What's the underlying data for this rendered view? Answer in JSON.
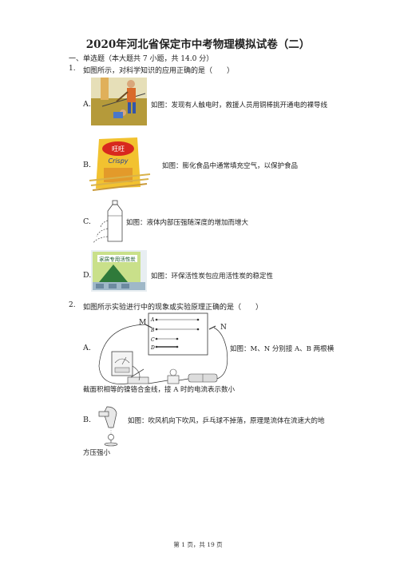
{
  "title": "2020年河北省保定市中考物理模拟试卷（二）",
  "section": "一、单选题（本大题共 7 小题，共 14.0 分）",
  "questions": [
    {
      "number": "1.",
      "text": "如图所示，对科学知识的应用正确的是（　　）",
      "options": [
        {
          "letter": "A.",
          "caption": "如图：发现有人触电时，救援人员用铜棒挑开通电的裸导线"
        },
        {
          "letter": "B.",
          "caption": "如图：膨化食品中通常填充空气，以保护食品"
        },
        {
          "letter": "C.",
          "caption": "如图：液体内部压强随深度的增加而增大"
        },
        {
          "letter": "D.",
          "caption": "如图：环保活性炭包应用活性炭的稳定性"
        }
      ]
    },
    {
      "number": "2.",
      "text": "如图所示实验进行中的现象或实验原理正确的是（　　）",
      "options": [
        {
          "letter": "A.",
          "caption": "如图：M、N 分别接 A、B 两根横",
          "continuation": "截面积相等的镍铬合金线，接 A 时的电流表示数小"
        },
        {
          "letter": "B.",
          "caption": "如图：吹风机向下吹风，乒乓球不掉落，原理是流体在流速大的地",
          "continuation": "方压强小"
        }
      ]
    }
  ],
  "figure_labels": {
    "snack_brand": "旺旺",
    "snack_name": "Crispy",
    "carbon_pack": "家居专用活性炭",
    "circuit_m": "M",
    "circuit_n": "N",
    "wires": [
      "A",
      "B",
      "C",
      "D"
    ]
  },
  "footer": "第 1 页，共 19 页"
}
